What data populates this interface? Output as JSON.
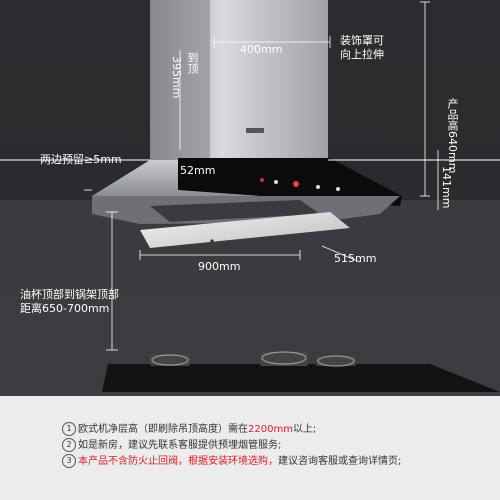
{
  "labels": {
    "chimney_width": "400mm",
    "chimney_note": "装饰罩可\n向上拉伸",
    "to_ceiling": "到顶",
    "chimney_height": "395mm",
    "product_height": "产品高640mm",
    "gap_each_side": "两边预留≥5mm",
    "panel_height": "52mm",
    "body_height": "141mm",
    "hood_width": "900mm",
    "hood_depth": "515mm",
    "cooktop_distance_line1": "油杯顶部到锅架顶部",
    "cooktop_distance_line2": "距离650-700mm"
  },
  "notes": [
    {
      "num": "1",
      "pre": "欧式机净层高（即刷除吊顶高度）需在",
      "highlight": "2200mm",
      "post": "以上;"
    },
    {
      "num": "2",
      "pre": "如是新房，建议先联系客服提供预埋烟管服务;",
      "highlight": "",
      "post": ""
    },
    {
      "num": "3",
      "pre": "",
      "highlight": "本产品不含防火止回阀，根据安装环境选购，",
      "post": "建议咨询客服或查询详情页;"
    }
  ],
  "colors": {
    "highlight": "#d6202a",
    "wall": "#2b2c2f",
    "panel": "#0b0b0d"
  }
}
